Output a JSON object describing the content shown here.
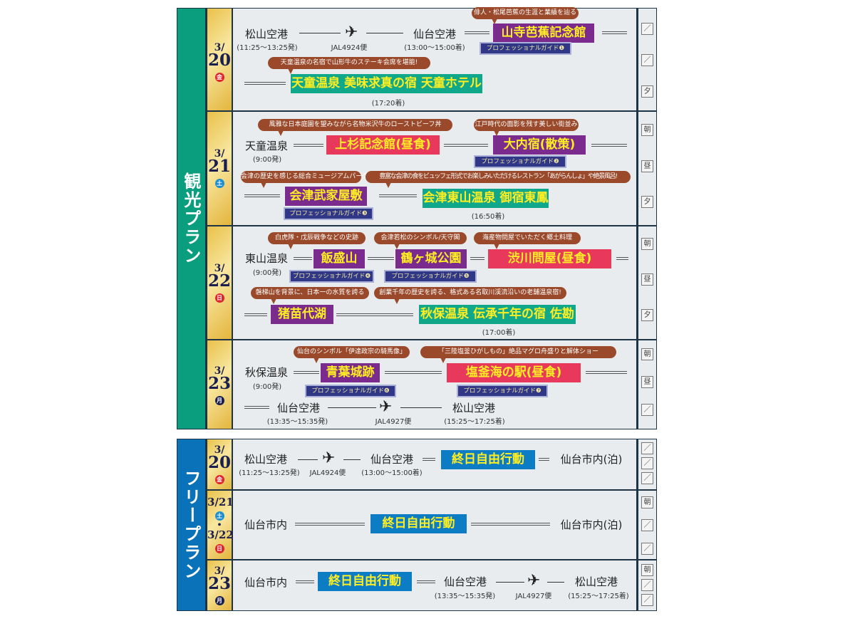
{
  "plan_a": {
    "label": "観光プラン",
    "d1": {
      "month": "3/",
      "day": "20",
      "weekday": "金",
      "from": "松山空港",
      "from_time": "(11:25〜13:25発)",
      "flight": "JAL4924便",
      "to": "仙台空港",
      "to_time": "(13:00〜15:00着)",
      "spot1_note": "俳人・松尾芭蕉の生涯と業績を辿る",
      "spot1": "山寺芭蕉記念館",
      "spot1_guide": "プロフェッショナルガイド❶",
      "hotel_note": "天童温泉の名宿で山形牛のステーキ会席を堪能!",
      "hotel": "天童温泉 美味求真の宿 天童ホテル",
      "hotel_time": "(17:20着)",
      "meals": [
        "／",
        "／",
        "夕"
      ]
    },
    "d2": {
      "month": "3/",
      "day": "21",
      "weekday": "土",
      "from": "天童温泉",
      "from_time": "(9:00発)",
      "spot1_note": "風雅な日本庭園を望みながら名物米沢牛のローストビーフ丼",
      "spot1": "上杉記念館(昼食)",
      "spot2_note": "江戸時代の面影を残す美しい街並み",
      "spot2": "大内宿(散策)",
      "spot2_guide": "プロフェッショナルガイド❷",
      "spot3_note": "会津の歴史を感じる総合ミュージアムパーク",
      "spot3": "会津武家屋敷",
      "spot3_guide": "プロフェッショナルガイド❸",
      "hotel_note": "豊富な会津の食をビュッフェ形式でお楽しみいただけるレストラン「あがらんしょ」や絶景風呂!",
      "hotel": "会津東山温泉 御宿東鳳",
      "hotel_time": "(16:50着)",
      "meals": [
        "朝",
        "昼",
        "夕"
      ]
    },
    "d3": {
      "month": "3/",
      "day": "22",
      "weekday": "日",
      "from": "東山温泉",
      "from_time": "(9:00発)",
      "spot1_note": "白虎隊・戊辰戦争などの史跡",
      "spot1": "飯盛山",
      "spot1_guide": "プロフェッショナルガイド❹",
      "spot2_note": "会津若松のシンボル/天守閣",
      "spot2": "鶴ヶ城公園",
      "spot2_guide": "プロフェッショナルガイド❺",
      "spot3_note": "海産物問屋でいただく郷土料理",
      "spot3": "渋川問屋(昼食)",
      "spot4_note": "磐梯山を背景に、日本一の水質を誇る",
      "spot4": "猪苗代湖",
      "hotel_note": "創業千年の歴史を誇る、格式ある名取川渓流沿いの老舗温泉宿!",
      "hotel": "秋保温泉 伝承千年の宿 佐勘",
      "hotel_time": "(17:00着)",
      "meals": [
        "朝",
        "昼",
        "夕"
      ]
    },
    "d4": {
      "month": "3/",
      "day": "23",
      "weekday": "月",
      "from": "秋保温泉",
      "from_time": "(9:00発)",
      "spot1_note": "仙台のシンボル「伊達政宗の騎馬像」",
      "spot1": "青葉城跡",
      "spot1_guide": "プロフェッショナルガイド❻",
      "spot2_note": "「三陸塩釜ひがしもの」絶品マグロ舟盛りと解体ショー",
      "spot2": "塩釜海の駅(昼食)",
      "spot2_guide": "プロフェッショナルガイド❼",
      "dep": "仙台空港",
      "dep_time": "(13:35〜15:35発)",
      "flight": "JAL4927便",
      "arr": "松山空港",
      "arr_time": "(15:25〜17:25着)",
      "meals": [
        "朝",
        "昼",
        "／"
      ]
    }
  },
  "plan_b": {
    "label": "フリープラン",
    "d1": {
      "month": "3/",
      "day": "20",
      "weekday": "金",
      "from": "松山空港",
      "from_time": "(11:25〜13:25発)",
      "flight": "JAL4924便",
      "to": "仙台空港",
      "to_time": "(13:00〜15:00着)",
      "free": "終日自由行動",
      "stay": "仙台市内(泊)",
      "meals": [
        "／",
        "／",
        "／"
      ]
    },
    "d2": {
      "date1": "3/21",
      "weekday1": "土",
      "dot": "・",
      "date2": "3/22",
      "weekday2": "日",
      "from": "仙台市内",
      "free": "終日自由行動",
      "stay": "仙台市内(泊)",
      "meals": [
        "朝",
        "／",
        "／"
      ]
    },
    "d3": {
      "month": "3/",
      "day": "23",
      "weekday": "月",
      "from": "仙台市内",
      "free": "終日自由行動",
      "dep": "仙台空港",
      "dep_time": "(13:35〜15:35発)",
      "flight": "JAL4927便",
      "arr": "松山空港",
      "arr_time": "(15:25〜17:25着)",
      "meals": [
        "朝",
        "／",
        "／"
      ]
    }
  },
  "colors": {
    "sightseeing_band": "#0a9e7e",
    "free_band": "#0a72b8",
    "purple": "#7b2a8e",
    "red": "#e8395d",
    "green": "#10a88a",
    "blue": "#0c7cc4",
    "bubble": "#9a4a2b"
  },
  "icons": {
    "flight": "airplane-icon"
  }
}
